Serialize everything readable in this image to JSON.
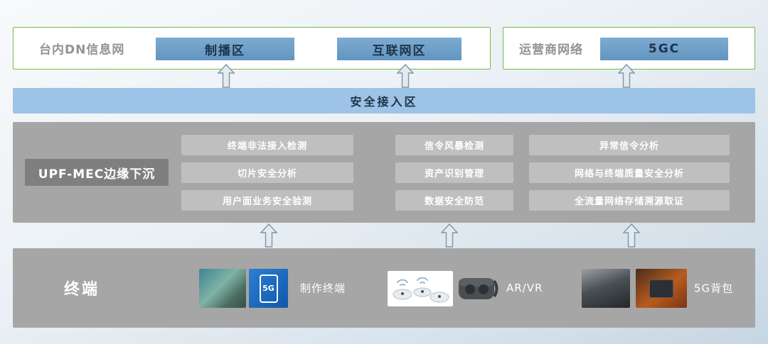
{
  "colors": {
    "green_border": "#6fbe45",
    "blue_zone": "#6fa3cb",
    "band_blue": "#9dc3e6",
    "panel_gray": "#a6a6a6",
    "item_gray": "#bfbfbf",
    "label_gray": "#7f7f7f"
  },
  "top": {
    "internal_network": {
      "label": "台内DN信息网",
      "zones": [
        "制播区",
        "互联网区"
      ]
    },
    "operator_network": {
      "label": "运营商网络",
      "zones": [
        "5GC"
      ]
    }
  },
  "access_band": {
    "label": "安全接入区"
  },
  "mec": {
    "label": "UPF-MEC边缘下沉",
    "grid": [
      [
        "终端非法接入检测",
        "信令风暴检测",
        "异常信令分析"
      ],
      [
        "切片安全分析",
        "资产识别管理",
        "网络与终端质量安全分析"
      ],
      [
        "用户面业务安全验测",
        "数据安全防范",
        "全流量网络存储溯源取证"
      ]
    ]
  },
  "terminal": {
    "label": "终端",
    "groups": [
      {
        "label": "制作终端"
      },
      {
        "label": "AR/VR"
      },
      {
        "label": "5G背包"
      }
    ],
    "phone_badge": "5G"
  }
}
